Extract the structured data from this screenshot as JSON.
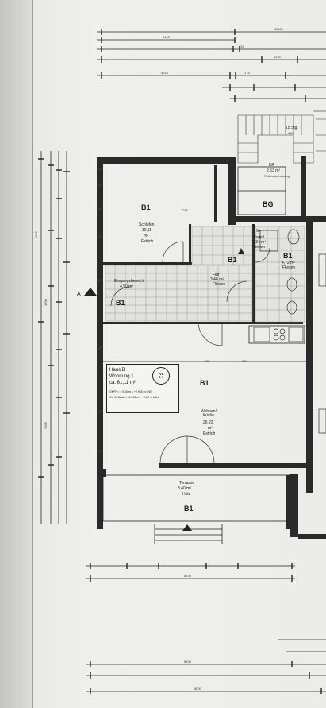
{
  "dims": {
    "top_total": "11880",
    "top_a": "4420",
    "top_b": "125",
    "top_c": "1135",
    "top_d": "4215",
    "top_e": "175",
    "bottom_1": "5130",
    "bottom_2": "5720",
    "bottom_3": "8000",
    "left_1": "2075",
    "left_2": "1760",
    "left_3": "2995",
    "door_1": "1010",
    "door_2": "885",
    "door_3": "660"
  },
  "rooms": {
    "schlafen": {
      "code": "B1",
      "name": "Schlafen",
      "area": "10,65",
      "unit": "m²",
      "floor": "Estrich"
    },
    "abstell": {
      "code": "HA",
      "name": "Abstell.",
      "area": "1,34 m²",
      "floor": "Fliesen"
    },
    "ha": {
      "code": "HA",
      "area": "2,53 m²",
      "floor": "Fußbodenheizung"
    },
    "bg": {
      "code": "BG"
    },
    "bad": {
      "code": "B1",
      "area": "4,72 m²",
      "floor": "Fliesen"
    },
    "eingang": {
      "name": "Eingangsbereich",
      "area": "4,90 m²"
    },
    "eingang_code": "B1",
    "flur": {
      "name": "Flur",
      "area": "3,46 m²",
      "floor": "Fliesen",
      "code": "B1"
    },
    "wohnen": {
      "code": "B1",
      "name": "Wohnen/\nKüche",
      "area": "26,23",
      "unit": "m²",
      "floor": "Estrich"
    },
    "terrasse": {
      "name": "Terrasse",
      "area": "8,40 m²",
      "floor": "Holz",
      "code": "B1"
    },
    "stair": {
      "label": "15 Stg.",
      "area": "14/4"
    }
  },
  "info": {
    "house": "Haus B",
    "unit": "Wohnung 1",
    "area": "ca. 61,11 m²",
    "we_label": "WE",
    "we_code": "B 1",
    "okff_1": "OKFF = ± 0,00 m = +2,960 m üNN",
    "okff_2": "OK Gelände = -0,215 m = +2,67 m üNN"
  },
  "marks": {
    "section_a": "A"
  }
}
